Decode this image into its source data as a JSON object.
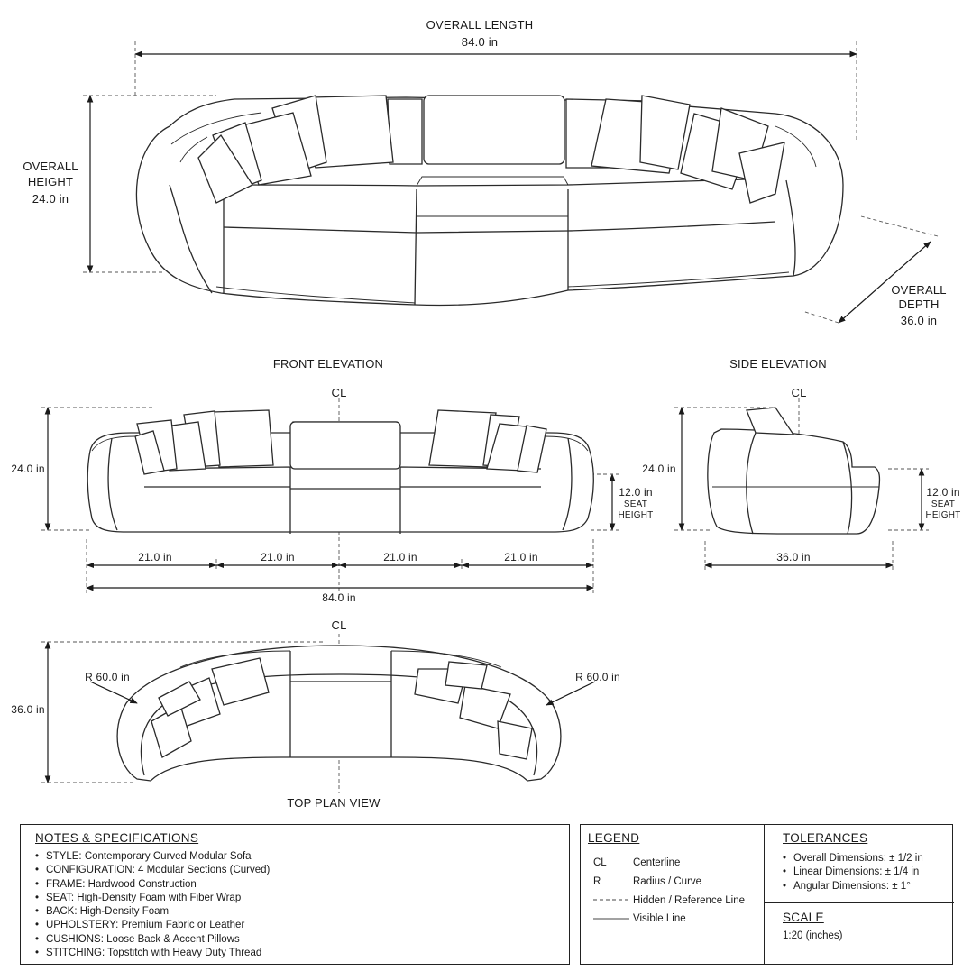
{
  "perspective": {
    "length_label": "OVERALL LENGTH",
    "length_value": "84.0 in",
    "height_label_1": "OVERALL",
    "height_label_2": "HEIGHT",
    "height_value": "24.0 in",
    "depth_label_1": "OVERALL",
    "depth_label_2": "DEPTH",
    "depth_value": "36.0 in"
  },
  "front_elevation": {
    "title": "FRONT ELEVATION",
    "centerline": "CL",
    "height": "24.0 in",
    "seat_value": "12.0 in",
    "seat_label_1": "SEAT",
    "seat_label_2": "HEIGHT",
    "segments": [
      "21.0 in",
      "21.0 in",
      "21.0 in",
      "21.0 in"
    ],
    "overall": "84.0 in"
  },
  "side_elevation": {
    "title": "SIDE ELEVATION",
    "centerline": "CL",
    "height": "24.0 in",
    "seat_value": "12.0 in",
    "seat_label_1": "SEAT",
    "seat_label_2": "HEIGHT",
    "depth": "36.0 in"
  },
  "top_plan": {
    "title": "TOP PLAN VIEW",
    "centerline": "CL",
    "depth": "36.0 in",
    "radius_left": "R 60.0 in",
    "radius_right": "R 60.0 in"
  },
  "notes": {
    "title": "NOTES & SPECIFICATIONS",
    "items": [
      "STYLE: Contemporary Curved Modular Sofa",
      "CONFIGURATION: 4 Modular Sections (Curved)",
      "FRAME: Hardwood Construction",
      "SEAT: High-Density Foam with Fiber Wrap",
      "BACK: High-Density Foam",
      "UPHOLSTERY: Premium Fabric or Leather",
      "CUSHIONS: Loose Back & Accent Pillows",
      "STITCHING: Topstitch with Heavy Duty Thread"
    ]
  },
  "legend": {
    "title": "LEGEND",
    "rows": [
      {
        "symbol": "CL",
        "text": "Centerline"
      },
      {
        "symbol": "R",
        "text": "Radius / Curve"
      },
      {
        "symbol": "",
        "text": "Hidden / Reference Line"
      },
      {
        "symbol": "",
        "text": "Visible Line"
      }
    ]
  },
  "tolerances": {
    "title": "TOLERANCES",
    "items": [
      "Overall Dimensions: ± 1/2 in",
      "Linear Dimensions: ± 1/4 in",
      "Angular Dimensions: ± 1°"
    ]
  },
  "scale": {
    "title": "SCALE",
    "value": "1:20 (inches)"
  }
}
